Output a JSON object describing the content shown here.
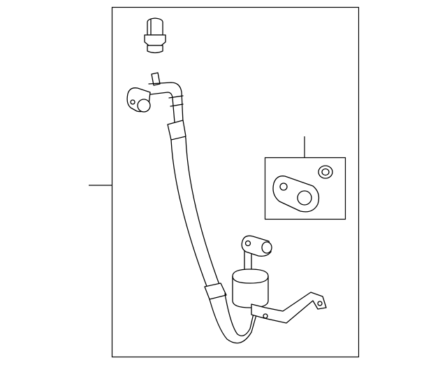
{
  "diagram": {
    "line_color": "#000000",
    "background": "#ffffff",
    "parts": [
      "pressure-switch",
      "ac-hose-assembly",
      "seal-kit-inset",
      "receiver-drier",
      "mounting-bracket"
    ]
  }
}
